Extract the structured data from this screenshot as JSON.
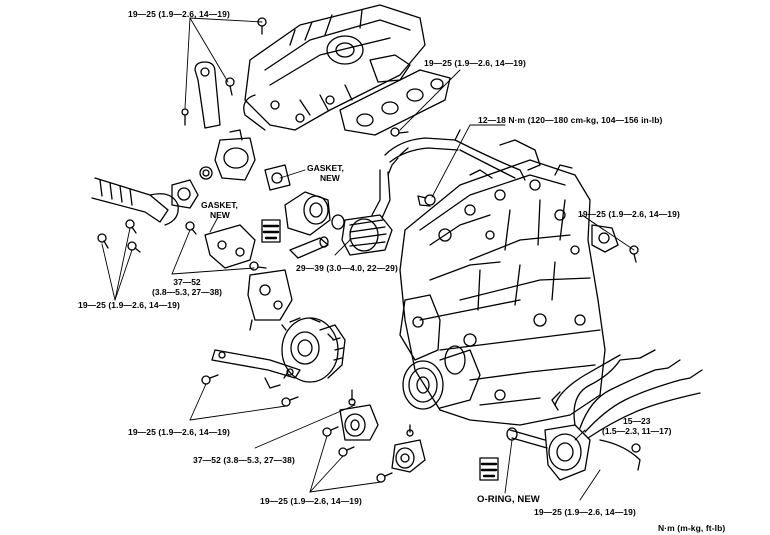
{
  "labels": {
    "torque_top_left": "19—25 (1.9—2.6, 14—19)",
    "torque_top_right": "19—25 (1.9—2.6, 14—19)",
    "torque_nm": "12—18 N·m (120—180 cm-kg, 104—156 in-lb)",
    "gasket_new_upper": [
      "GASKET,",
      "NEW"
    ],
    "gasket_new_lower": [
      "GASKET,",
      "NEW"
    ],
    "torque_right_mid": "19—25 (1.9—2.6, 14—19)",
    "torque_oil_filter": "29—39 (3.0—4.0, 22—29)",
    "torque_bracket": [
      "37—52",
      "(3.8—5.3, 27—38)"
    ],
    "torque_left_mid": "19—25 (1.9—2.6, 14—19)",
    "torque_distributor": [
      "15—23",
      "(1.5—2.3, 11—17)"
    ],
    "torque_bottom_left": "19—25 (1.9—2.6, 14—19)",
    "torque_alternator_bolt": "37—52 (3.8—5.3, 27—38)",
    "torque_bottom_center": "19—25 (1.9—2.6, 14—19)",
    "o_ring_new": "O-RING, NEW",
    "torque_bottom_right": "19—25 (1.9—2.6, 14—19)",
    "units": "N·m (m-kg, ft-lb)"
  }
}
